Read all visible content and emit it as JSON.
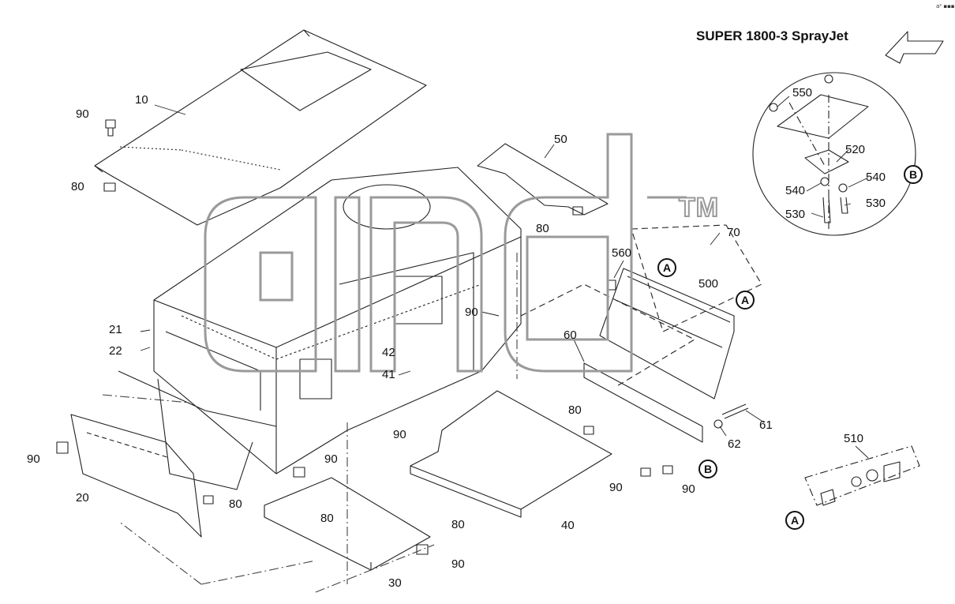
{
  "title": "SUPER 1800-3 SprayJet",
  "corner_code": "a² ▪▪▪",
  "watermark": {
    "mark": "TM"
  },
  "markers": {
    "a1": "A",
    "a2": "A",
    "a3": "A",
    "b1": "B",
    "b2": "B"
  },
  "callouts": {
    "c10": "10",
    "c90_top": "90",
    "c80_left": "80",
    "c50": "50",
    "c80_upper": "80",
    "c70": "70",
    "c560": "560",
    "c500": "500",
    "c90_mid": "90",
    "c21": "21",
    "c22": "22",
    "c42": "42",
    "c41": "41",
    "c60": "60",
    "c80_mid": "80",
    "c61": "61",
    "c62": "62",
    "c90_left": "90",
    "c20": "20",
    "c80_low": "80",
    "c90_a": "90",
    "c90_b": "90",
    "c80_b": "80",
    "c80_c": "80",
    "c90_c": "90",
    "c30": "30",
    "c40": "40",
    "c90_d": "90",
    "c90_e": "90",
    "c550": "550",
    "c520": "520",
    "c540_r": "540",
    "c540_l": "540",
    "c530_l": "530",
    "c530_r": "530",
    "c510": "510"
  }
}
